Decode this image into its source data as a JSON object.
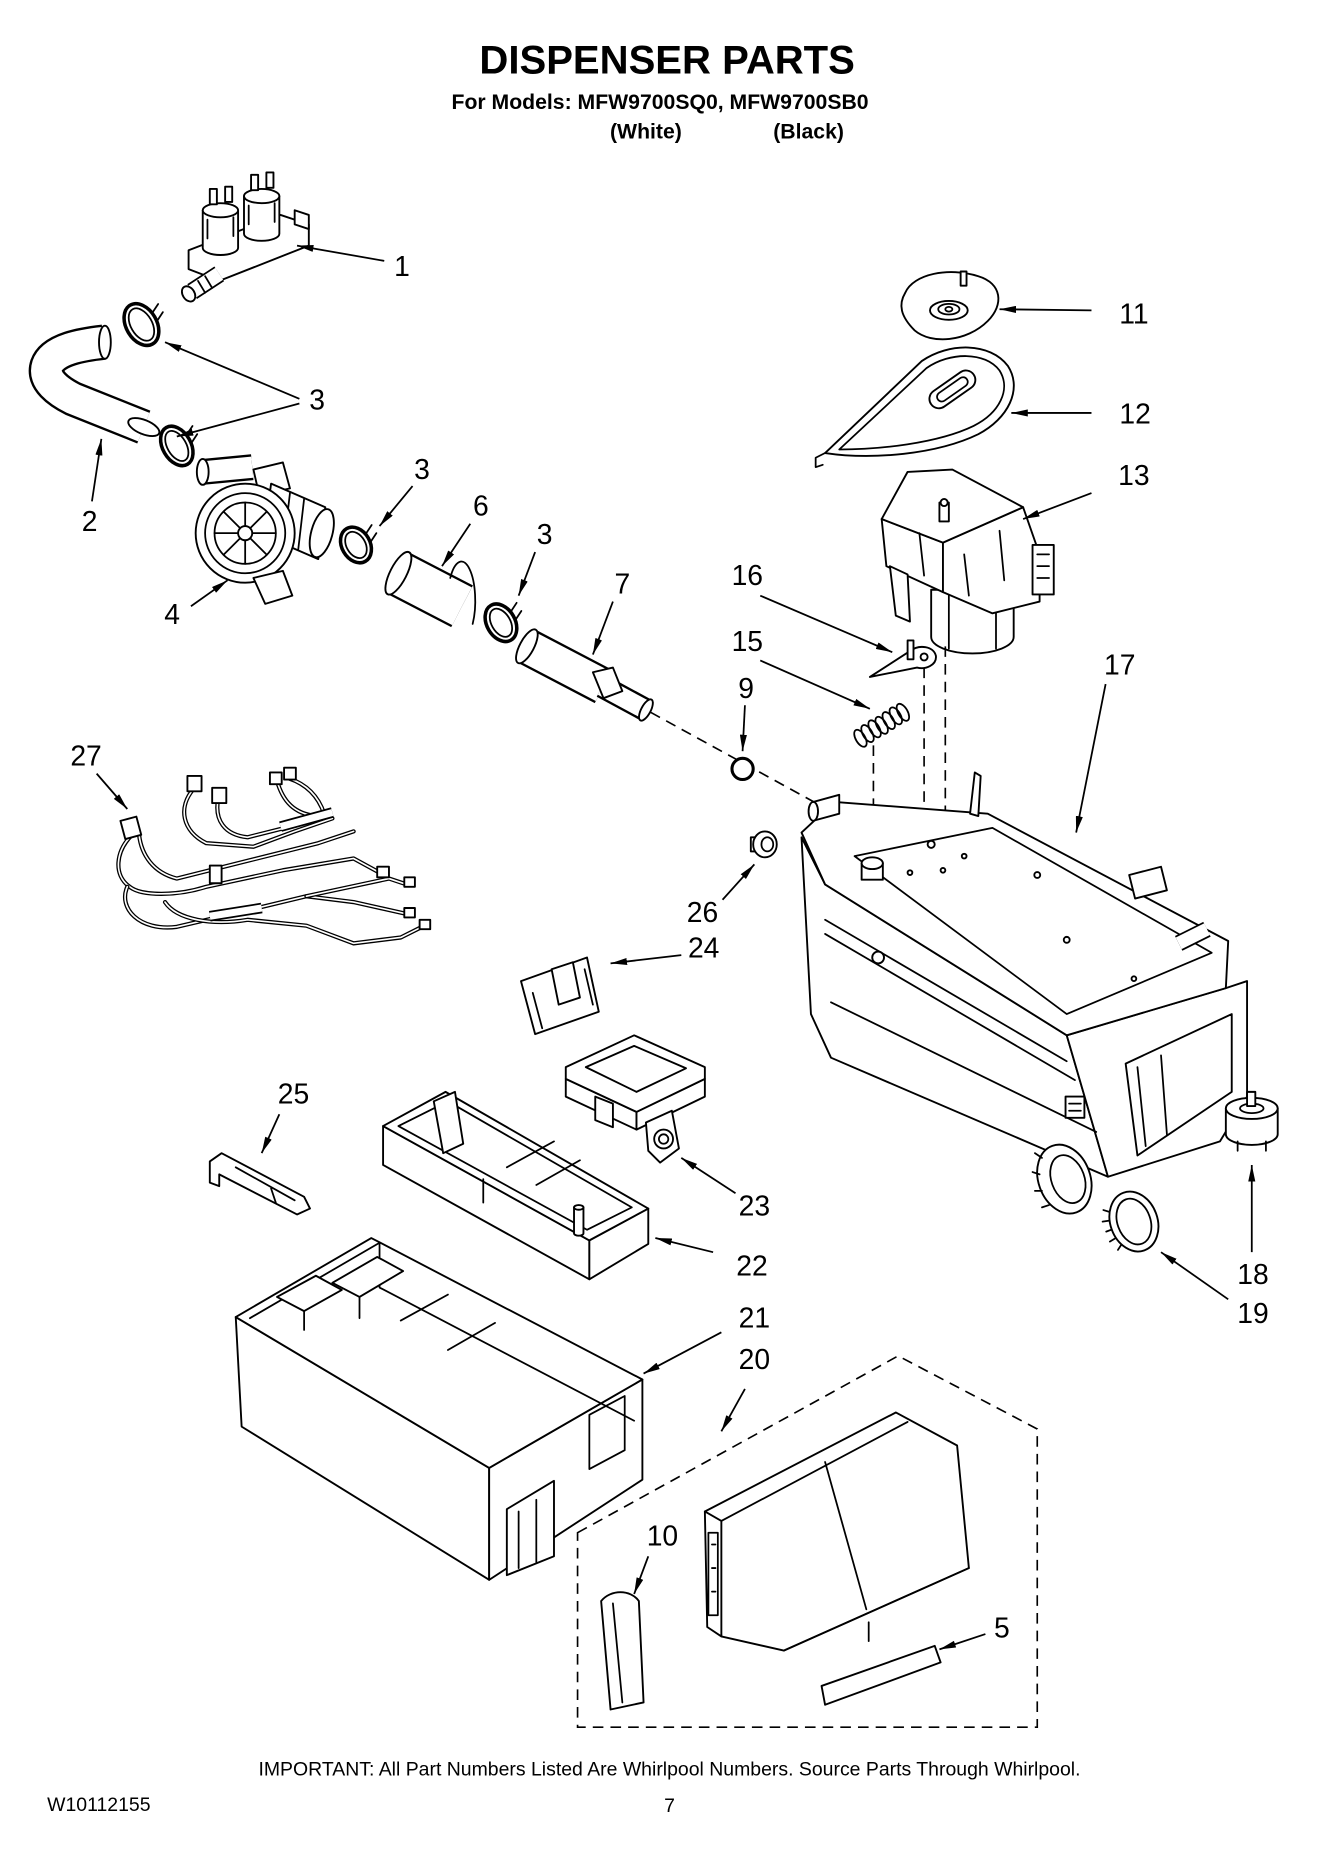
{
  "header": {
    "title": "DISPENSER PARTS",
    "models_line": "For Models: MFW9700SQ0, MFW9700SB0",
    "color_white": "(White)",
    "color_black": "(Black)"
  },
  "callouts": [
    "1",
    "3",
    "2",
    "3",
    "6",
    "3",
    "4",
    "7",
    "11",
    "12",
    "13",
    "16",
    "15",
    "9",
    "17",
    "27",
    "26",
    "24",
    "25",
    "23",
    "22",
    "18",
    "19",
    "21",
    "20",
    "10",
    "5"
  ],
  "footer": {
    "notice": "IMPORTANT: All Part Numbers Listed Are Whirlpool Numbers. Source Parts Through Whirlpool.",
    "doc_number": "W10112155",
    "page_number": "7"
  },
  "colors": {
    "ink": "#000000",
    "paper": "#ffffff"
  }
}
